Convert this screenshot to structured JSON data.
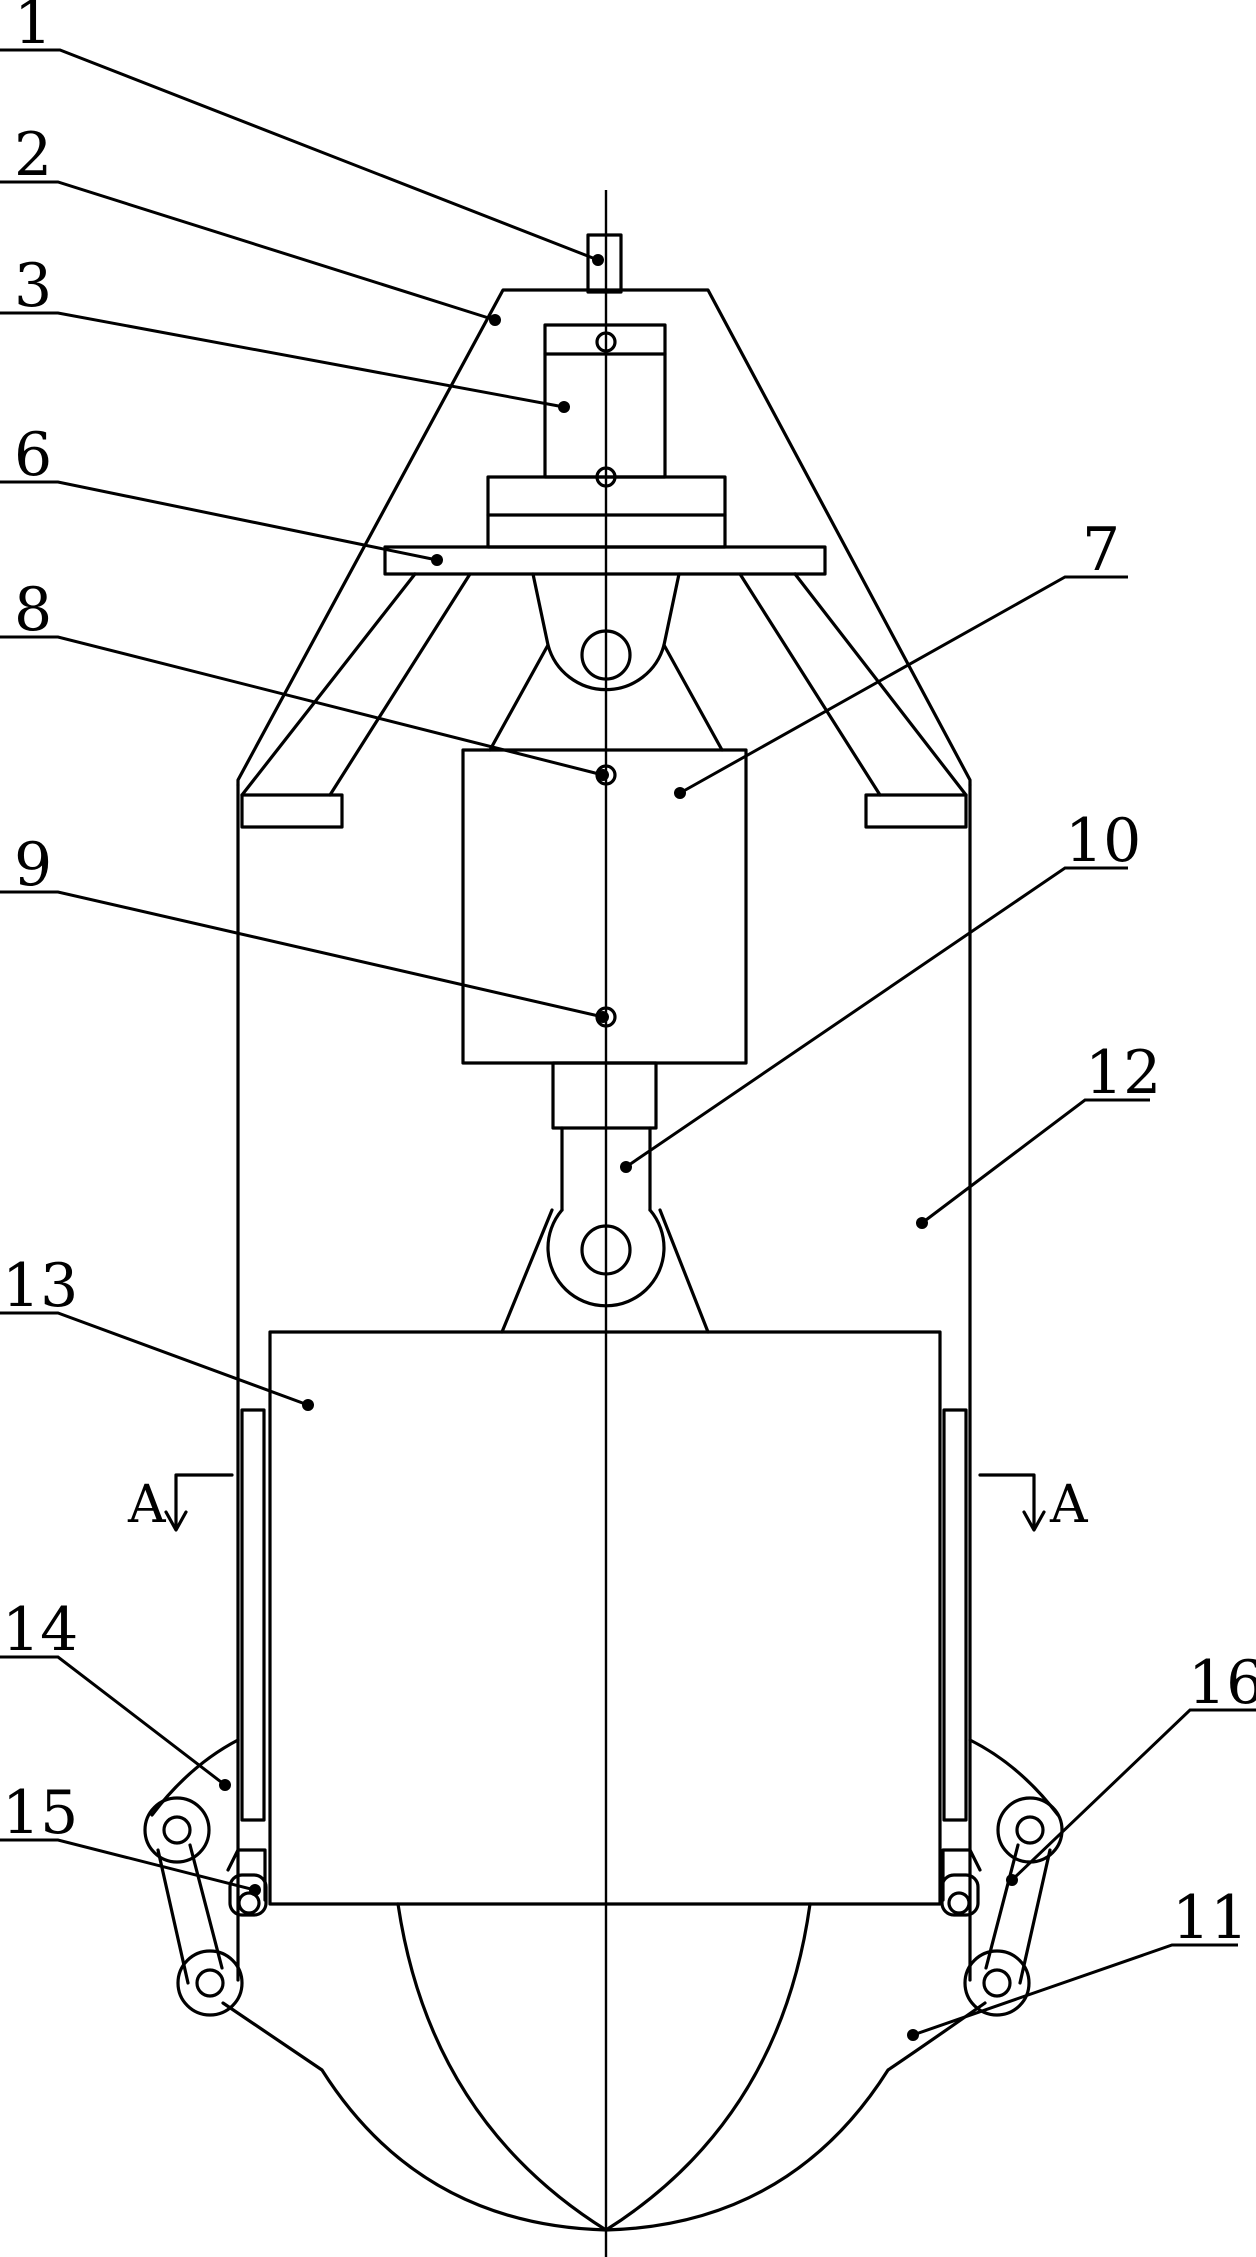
{
  "labels": [
    {
      "key": "1",
      "text": "1"
    },
    {
      "key": "2",
      "text": "2"
    },
    {
      "key": "3",
      "text": "3"
    },
    {
      "key": "6",
      "text": "6"
    },
    {
      "key": "7",
      "text": "7"
    },
    {
      "key": "8",
      "text": "8"
    },
    {
      "key": "9",
      "text": "9"
    },
    {
      "key": "10",
      "text": "10"
    },
    {
      "key": "12",
      "text": "12"
    },
    {
      "key": "13",
      "text": "13"
    },
    {
      "key": "14",
      "text": "14"
    },
    {
      "key": "15",
      "text": "15"
    },
    {
      "key": "16",
      "text": "16"
    },
    {
      "key": "11",
      "text": "11"
    }
  ],
  "section_marks": {
    "left": "A",
    "right": "A"
  }
}
